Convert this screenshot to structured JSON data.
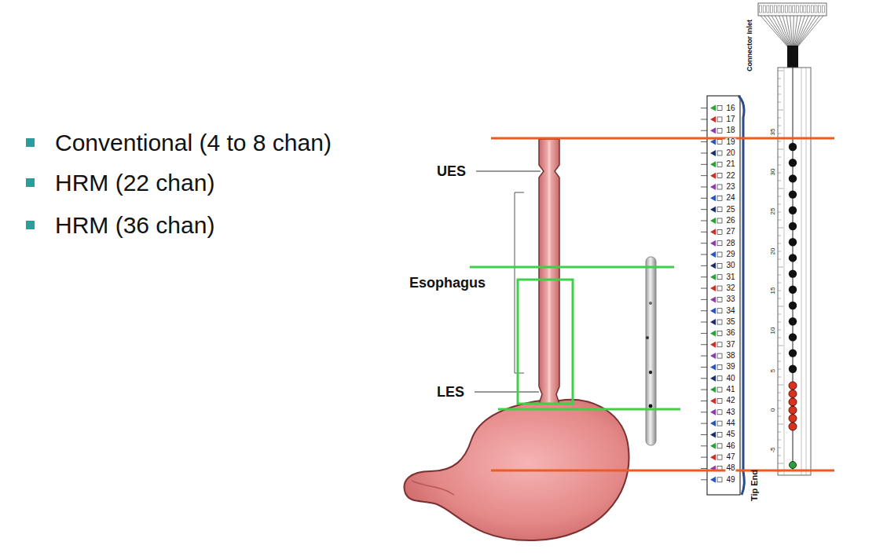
{
  "diagram": {
    "labels": [
      "Conventional (4 to 8 chan)",
      "HRM (22 chan)",
      "HRM (36 chan)",
      "UES",
      "Esophagus",
      "LES",
      "Connector Inlet",
      "Tip End",
      "16",
      "17",
      "18",
      "19",
      "20",
      "21",
      "22",
      "23",
      "24",
      "25",
      "26",
      "27",
      "28",
      "29",
      "30",
      "31",
      "32",
      "33",
      "34",
      "35",
      "36",
      "37",
      "38",
      "39",
      "40",
      "41",
      "42",
      "43",
      "44",
      "45",
      "46",
      "47",
      "48",
      "49",
      "35",
      "30",
      "25",
      "20",
      "15",
      "10",
      "5",
      "0",
      "-5"
    ]
  }
}
